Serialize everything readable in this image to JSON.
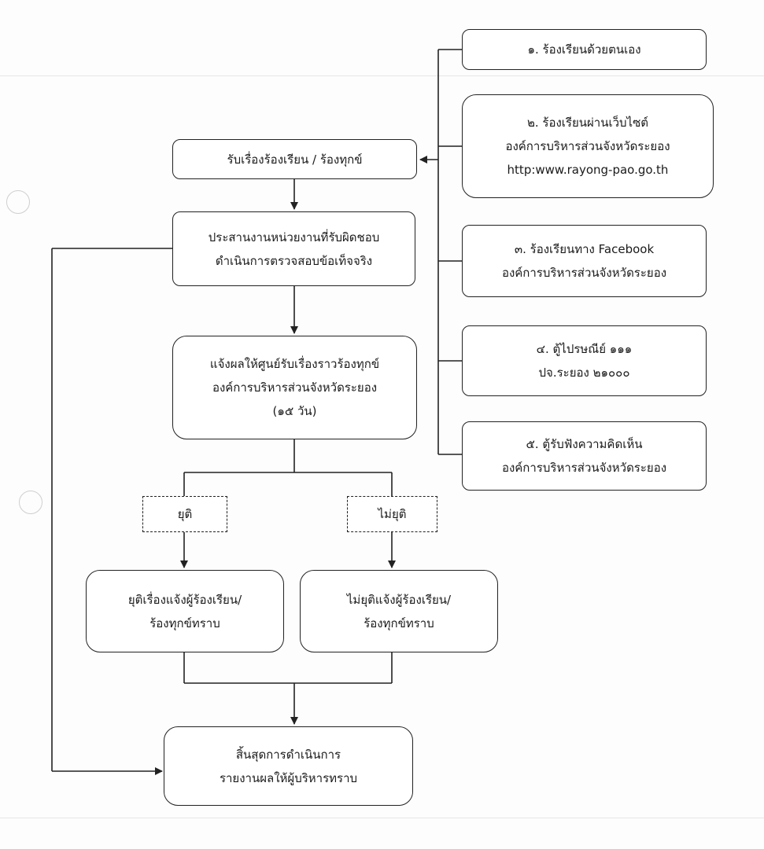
{
  "sources": [
    {
      "lines": [
        "๑. ร้องเรียนด้วยตนเอง"
      ]
    },
    {
      "lines": [
        "๒. ร้องเรียนผ่านเว็บไซต์",
        "องค์การบริหารส่วนจังหวัดระยอง",
        "http:www.rayong-pao.go.th"
      ]
    },
    {
      "lines": [
        "๓. ร้องเรียนทาง Facebook",
        "องค์การบริหารส่วนจังหวัดระยอง"
      ]
    },
    {
      "lines": [
        "๔. ตู้ไปรษณีย์ ๑๑๑",
        "ปจ.ระยอง ๒๑๐๐๐"
      ]
    },
    {
      "lines": [
        "๕. ตู้รับฟังความคิดเห็น",
        "องค์การบริหารส่วนจังหวัดระยอง"
      ]
    }
  ],
  "flow": {
    "receive": "รับเรื่องร้องเรียน / ร้องทุกข์",
    "coordinate": [
      "ประสานงานหน่วยงานที่รับผิดชอบ",
      "ดำเนินการตรวจสอบข้อเท็จจริง"
    ],
    "notify": [
      "แจ้งผลให้ศูนย์รับเรื่องราวร้องทุกข์",
      "องค์การบริหารส่วนจังหวัดระยอง",
      "(๑๕ วัน)"
    ],
    "branch_end": "ยุติ",
    "branch_continue": "ไม่ยุติ",
    "result_end": [
      "ยุติเรื่องแจ้งผู้ร้องเรียน/",
      "ร้องทุกข์ทราบ"
    ],
    "result_continue": [
      "ไม่ยุติแจ้งผู้ร้องเรียน/",
      "ร้องทุกข์ทราบ"
    ],
    "final": [
      "สิ้นสุดการดำเนินการ",
      "รายงานผลให้ผู้บริหารทราบ"
    ]
  }
}
